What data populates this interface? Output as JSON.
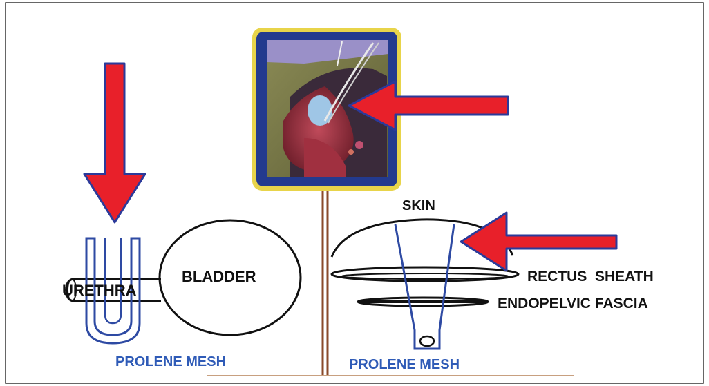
{
  "labels": {
    "urethra": "URETHRA",
    "bladder": "BLADDER",
    "skin": "SKIN",
    "rectus_sheath": "RECTUS  SHEATH",
    "endopelvic_fascia": "ENDOPELVIC FASCIA",
    "prolene_mesh_left": "PROLENE MESH",
    "prolene_mesh_right": "PROLENE MESH"
  },
  "colors": {
    "arrow_fill": "#e8202a",
    "arrow_outline": "#2b3a9a",
    "mesh_blue": "#2e4aa3",
    "label_blue": "#2f5bb7",
    "frame_yellow": "#e8d44a",
    "frame_navy": "#233a8e",
    "rod_brown": "#8a4a2a"
  },
  "inset_image": {
    "description_icon": "surgical-anatomy-illustration"
  }
}
